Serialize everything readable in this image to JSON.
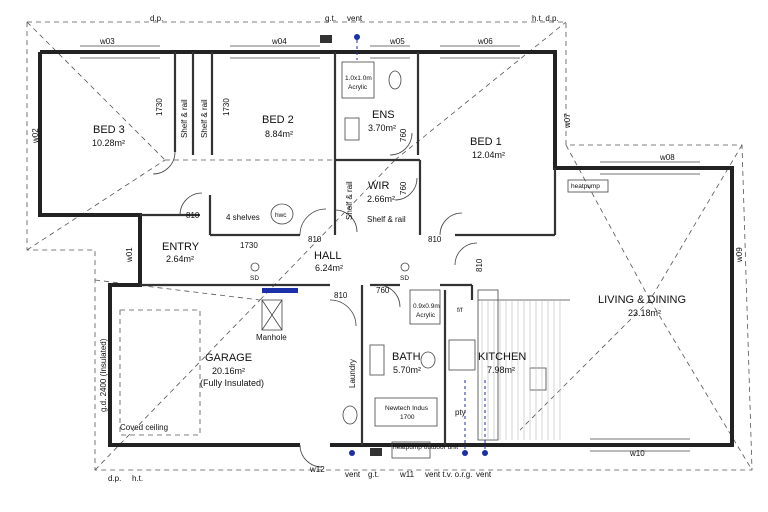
{
  "rooms": {
    "bed3": {
      "name": "BED 3",
      "area": "10.28m²"
    },
    "bed2": {
      "name": "BED 2",
      "area": "8.84m²"
    },
    "ens": {
      "name": "ENS",
      "area": "3.70m²"
    },
    "bed1": {
      "name": "BED 1",
      "area": "12.04m²"
    },
    "wir": {
      "name": "WIR",
      "area": "2.66m²"
    },
    "entry": {
      "name": "ENTRY",
      "area": "2.64m²"
    },
    "hall": {
      "name": "HALL",
      "area": "6.24m²"
    },
    "living": {
      "name": "LIVING & DINING",
      "area": "23.18m²"
    },
    "garage": {
      "name": "GARAGE",
      "area": "20.16m²",
      "note": "(Fully Insulated)"
    },
    "bath": {
      "name": "BATH",
      "area": "5.70m²"
    },
    "kitchen": {
      "name": "KITCHEN",
      "area": "7.98m²"
    }
  },
  "windows": [
    "w03",
    "w04",
    "w05",
    "w06",
    "w07",
    "w08",
    "w09",
    "w10",
    "w11",
    "w12",
    "w01",
    "w02"
  ],
  "top_labels": {
    "dp": "d.p.",
    "gt": "g.t.",
    "vent": "vent",
    "htdp": "h.t. d.p."
  },
  "bottom_labels": {
    "dp": "d.p.",
    "ht": "h.t.",
    "vent1": "vent",
    "gt": "g.t.",
    "w11": "w11",
    "vent_tv": "vent t.v. o.r.g.",
    "vent2": "vent"
  },
  "dims": {
    "bed3_shelf": "1730",
    "bed2_shelf": "1730",
    "hall_len": "1730",
    "d810a": "810",
    "d810b": "810",
    "d810c": "810",
    "d810d": "810",
    "d810e": "810",
    "d760a": "760",
    "d760b": "760",
    "d760c": "760",
    "gd": "g.d. 2400 (Insulated)"
  },
  "notes": {
    "shelf_rail": "Shelf & rail",
    "four_shelves": "4 shelves",
    "hwc": "hwc",
    "heatpump": "heatpump",
    "manhole": "Manhole",
    "coved": "Coved ceiling",
    "laundry": "Laundry",
    "bath_model": "Newtech Indus",
    "bath_len": "1700",
    "heatpump_outdoor": "heatpump outdoor unit",
    "pty": "pty",
    "ff": "f/f",
    "sd": "SD",
    "ens_shower": "1.0x1.0m",
    "ens_acrylic": "Acrylic",
    "bath_shower": "0.9x0.9m",
    "bath_acrylic": "Acrylic"
  },
  "colors": {
    "accent_blue": "#1a2fa8",
    "wall": "#222222"
  }
}
